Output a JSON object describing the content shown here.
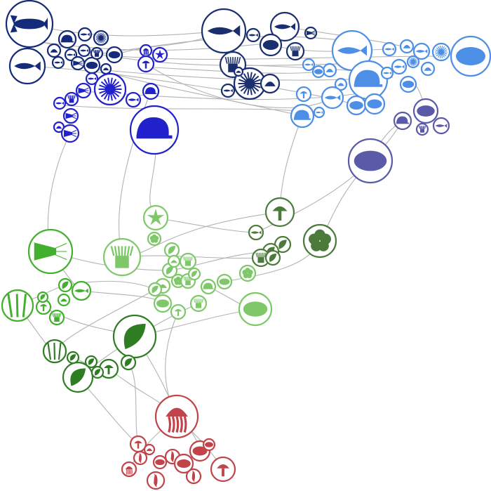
{
  "diagram": {
    "type": "network",
    "clusters": [
      {
        "name": "cluster-navy",
        "color": "#142a7a"
      },
      {
        "name": "cluster-dark-navy",
        "color": "#1a2f6e"
      },
      {
        "name": "cluster-blue",
        "color": "#2222cc"
      },
      {
        "name": "cluster-light-blue",
        "color": "#4d8fe6"
      },
      {
        "name": "cluster-slate",
        "color": "#5a5aa8"
      },
      {
        "name": "cluster-dark-green",
        "color": "#4b7a3b"
      },
      {
        "name": "cluster-light-green",
        "color": "#7ec86a"
      },
      {
        "name": "cluster-green",
        "color": "#42b02e"
      },
      {
        "name": "cluster-forest",
        "color": "#2e7d22"
      },
      {
        "name": "cluster-red",
        "color": "#c0444a"
      }
    ],
    "icons": [
      "lobster-icon",
      "fish-icon",
      "snail-icon",
      "sea-urchin-icon",
      "starfish-icon",
      "squid-icon",
      "anemone-icon",
      "leaf-icon",
      "flower-icon",
      "blob-icon",
      "mushroom-icon",
      "grass-icon",
      "jellyfish-icon",
      "worm-icon",
      "shell-icon"
    ]
  }
}
